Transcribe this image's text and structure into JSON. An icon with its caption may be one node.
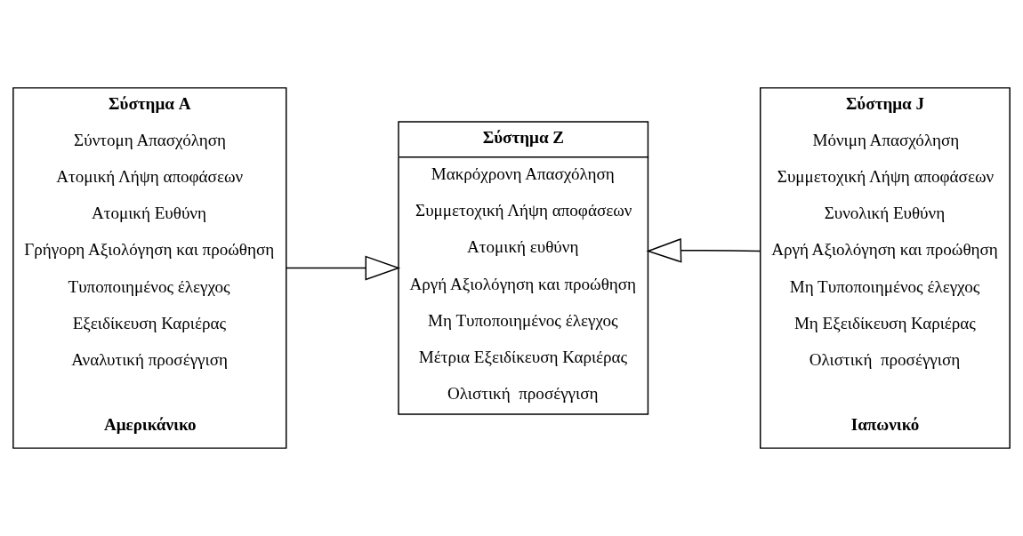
{
  "diagram": {
    "nodes": [
      {
        "text": [
          "Σύστημα A",
          "Σύντομη Απασχόληση",
          "Ατομική Λήψη αποφάσεων",
          "Ατομική Ευθύνη",
          "Γρήγορη Αξιολόγηση και προώθηση",
          "Τυποποιημένος έλεγχος",
          "Εξειδίκευση Καριέρας",
          "Αναλυτική προσέγγιση",
          "Αμερικάνικο"
        ]
      },
      {
        "text": [
          "Σύστημα Z",
          "Μακρόχρονη Απασχόληση",
          "Συμμετοχική Λήψη αποφάσεων",
          "Ατομική ευθύνη",
          "Αργή Αξιολόγηση και προώθηση",
          "Μη Τυποποιημένος έλεγχος",
          "Μέτρια Εξειδίκευση Καριέρας",
          "Ολιστική  προσέγγιση"
        ]
      },
      {
        "text": [
          "Σύστημα J",
          "Μόνιμη Απασχόληση",
          "Συμμετοχική Λήψη αποφάσεων",
          "Συνολική Ευθύνη",
          "Αργή Αξιολόγηση και προώθηση",
          "Μη Τυποποιημένος έλεγχος",
          "Μη Εξειδίκευση Καριέρας",
          "Ολιστική  προσέγγιση",
          "Ιαπωνικό"
        ]
      }
    ],
    "edges": [
      {
        "from": 0,
        "to": 1,
        "arrow": "to"
      },
      {
        "from": 2,
        "to": 1,
        "arrow": "to"
      }
    ]
  }
}
